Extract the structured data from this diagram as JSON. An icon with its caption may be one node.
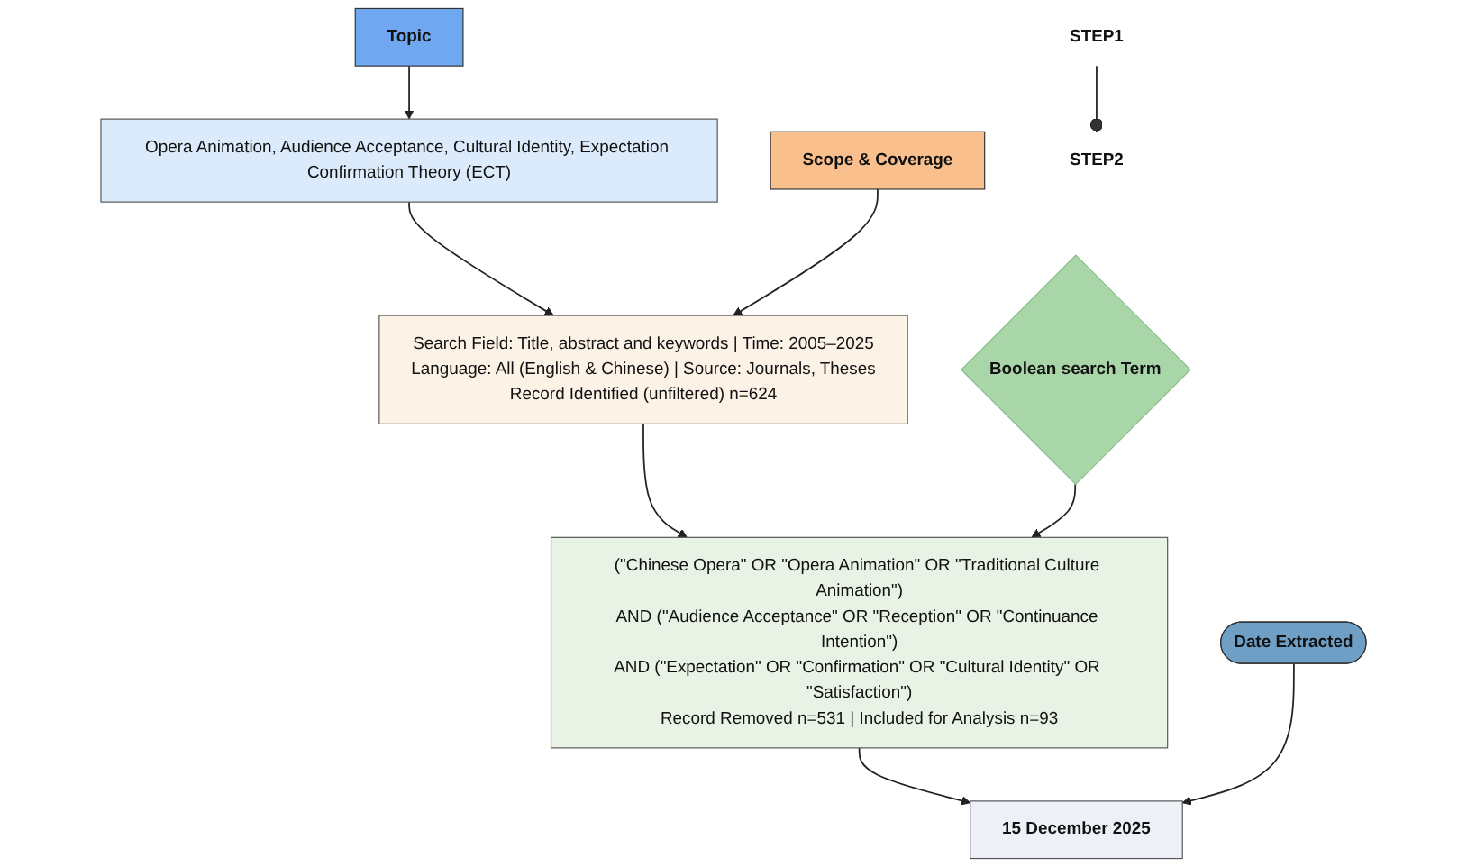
{
  "diagram": {
    "nodes": [
      {
        "text": [
          "STEP1"
        ]
      },
      {
        "text": [
          "Topic"
        ]
      },
      {
        "text": [
          "Opera Animation, Audience Acceptance, Cultural Identity, Expectation Confirmation Theory (ECT)"
        ]
      },
      {
        "text": [
          "Scope & Coverage"
        ]
      },
      {
        "text": [
          "Search Field: Title, abstract and keywords | Time: 2005–2025",
          "Language: All (English & Chinese) | Source: Journals, Theses",
          "Record Identified (unfiltered) n=624"
        ]
      },
      {
        "text": [
          "Boolean search Term"
        ]
      },
      {
        "text": [
          "(\"Chinese Opera\" OR \"Opera Animation\" OR \"Traditional Culture Animation\")",
          "AND (\"Audience Acceptance\" OR \"Reception\" OR \"Continuance Intention\")",
          "AND (\"Expectation\" OR \"Confirmation\" OR \"Cultural Identity\" OR \"Satisfaction\")",
          "Record Removed n=531 | Included for Analysis n=93"
        ]
      },
      {
        "text": [
          "Date Extracted"
        ]
      },
      {
        "text": [
          "15 December 2025"
        ]
      },
      {
        "text": [
          "STEP2"
        ]
      }
    ],
    "edges": [
      {
        "from": 1,
        "to": 2,
        "arrow": "to"
      },
      {
        "from": 2,
        "to": 4,
        "arrow": "to"
      },
      {
        "from": 3,
        "to": 4,
        "arrow": "to"
      },
      {
        "from": 4,
        "to": 6,
        "arrow": "to"
      },
      {
        "from": 5,
        "to": 6,
        "arrow": "to"
      },
      {
        "from": 6,
        "to": 8,
        "arrow": "to"
      },
      {
        "from": 7,
        "to": 8,
        "arrow": "to"
      },
      {
        "from": 0,
        "to": 9,
        "arrow": "other"
      }
    ]
  }
}
